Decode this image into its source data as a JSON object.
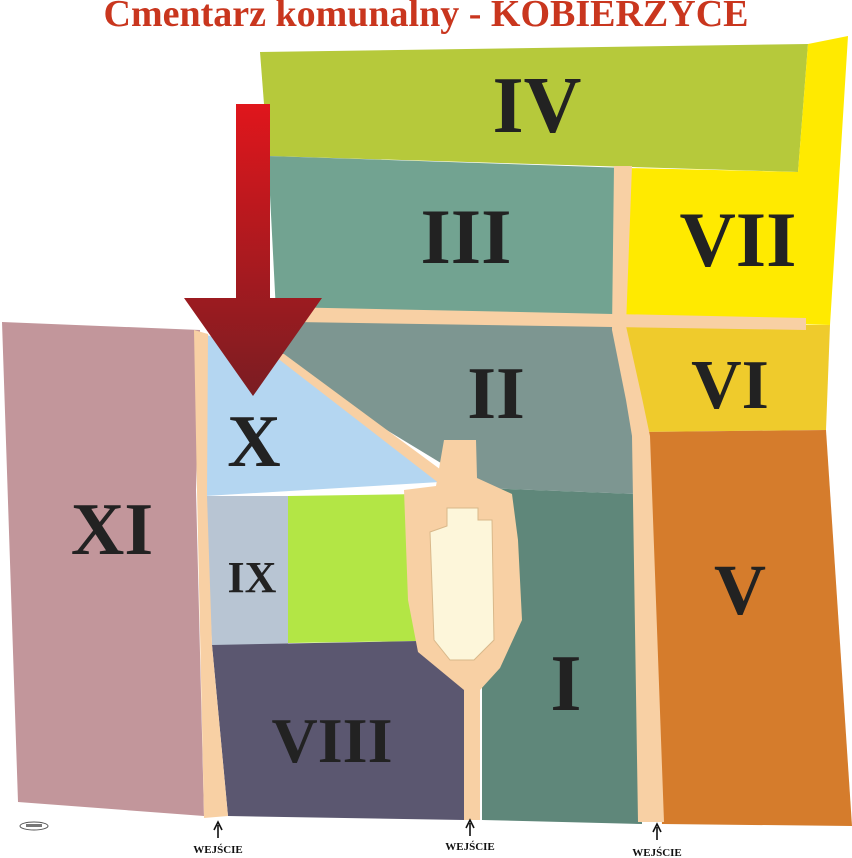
{
  "map": {
    "title": "Cmentarz komunalny - KOBIERZYCE",
    "sections": [
      {
        "id": "I",
        "label": "I",
        "color": "#5f877a"
      },
      {
        "id": "II",
        "label": "II",
        "color": "#7d9691"
      },
      {
        "id": "III",
        "label": "III",
        "color": "#72a391"
      },
      {
        "id": "IV",
        "label": "IV",
        "color": "#b6c93b"
      },
      {
        "id": "V",
        "label": "V",
        "color": "#d57c2c"
      },
      {
        "id": "VI",
        "label": "VI",
        "color": "#efcb2c"
      },
      {
        "id": "VII",
        "label": "VII",
        "color": "#ffea00"
      },
      {
        "id": "VIII",
        "label": "VIII",
        "color": "#5b5770"
      },
      {
        "id": "IX",
        "label": "IX",
        "color": "#b8c5d3"
      },
      {
        "id": "X",
        "label": "X",
        "color": "#b4d6f1"
      },
      {
        "id": "XI",
        "label": "XI",
        "color": "#c2969b"
      },
      {
        "id": "unlabeled-green",
        "label": "",
        "color": "#b3e645"
      }
    ],
    "entrances": [
      {
        "label": "WEJŚCIE"
      },
      {
        "label": "WEJŚCIE"
      },
      {
        "label": "WEJŚCIE"
      }
    ],
    "colors": {
      "path": "#f8d0a4",
      "chapel_inner": "#fdf6da",
      "arrow_top": "#e0161c",
      "arrow_bottom": "#7a1d22",
      "title": "#c9361e"
    }
  }
}
